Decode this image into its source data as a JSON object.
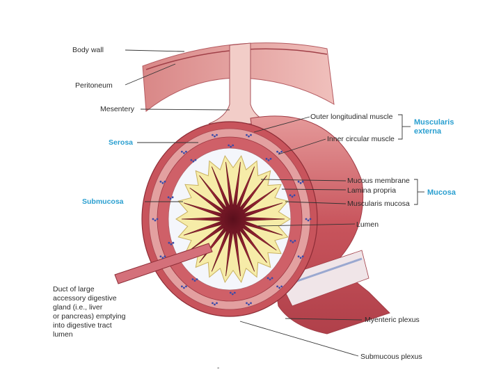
{
  "labels": {
    "body_wall": "Body wall",
    "peritoneum": "Peritoneum",
    "mesentery": "Mesentery",
    "serosa": "Serosa",
    "submucosa": "Submucosa",
    "duct_line1": "Duct of large",
    "duct_line2": "accessory digestive",
    "duct_line3": "gland (i.e., liver",
    "duct_line4": "or pancreas) emptying",
    "duct_line5": "into digestive tract",
    "duct_line6": "lumen",
    "outer_longitudinal": "Outer longitudinal muscle",
    "inner_circular": "Inner circular muscle",
    "muscularis_externa_1": "Muscularis",
    "muscularis_externa_2": "externa",
    "mucous_membrane": "Mucous membrane",
    "lamina_propria": "Lamina propria",
    "muscularis_mucosa": "Muscularis mucosa",
    "mucosa": "Mucosa",
    "lumen": "Lumen",
    "myenteric_plexus": "Myenteric plexus",
    "submucous_plexus": "Submucous plexus"
  },
  "colors": {
    "muscle": "#c8545c",
    "muscle_light": "#e8a0a0",
    "serosa": "#e9b3ae",
    "submucosa_bg": "#f4f6fb",
    "mucosa_yellow": "#f6eca8",
    "mucosa_dark": "#9a2434",
    "plexus": "#3a4aa8",
    "accent": "#2a9fd0"
  },
  "caption_mark": "-"
}
